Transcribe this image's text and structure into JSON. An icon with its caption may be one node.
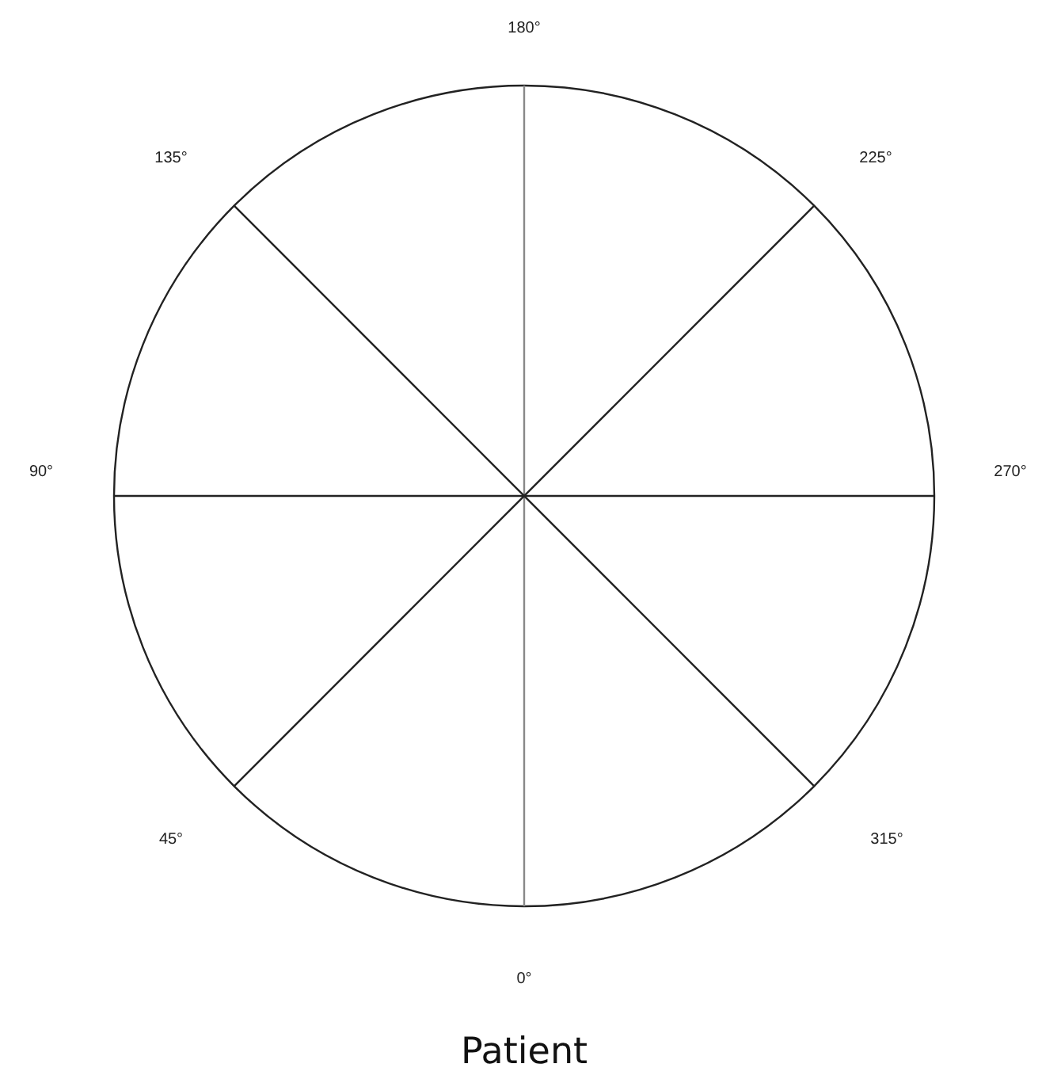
{
  "diagram": {
    "caption": "Patient",
    "labels": [
      "180°",
      "135°",
      "225°",
      "90°",
      "270°",
      "45°",
      "315°",
      "0°"
    ]
  }
}
